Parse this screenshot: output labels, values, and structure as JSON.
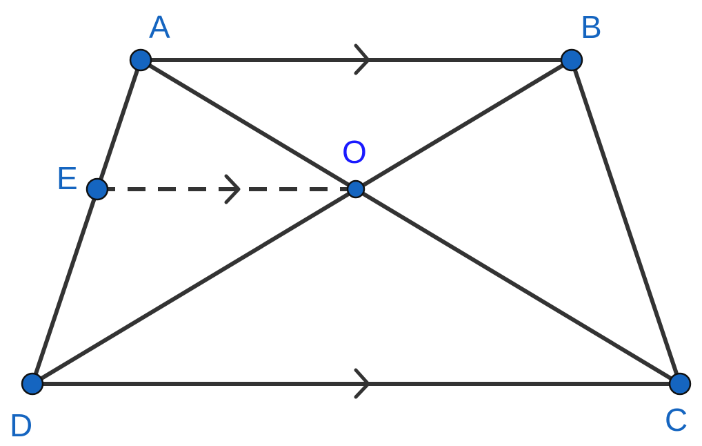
{
  "points": {
    "A": "A",
    "B": "B",
    "C": "C",
    "D": "D",
    "E": "E",
    "O": "O"
  },
  "colors": {
    "stroke": "#333333",
    "point_fill": "#1565c0",
    "label": "#1565c0",
    "label_o": "#1a1aff"
  }
}
